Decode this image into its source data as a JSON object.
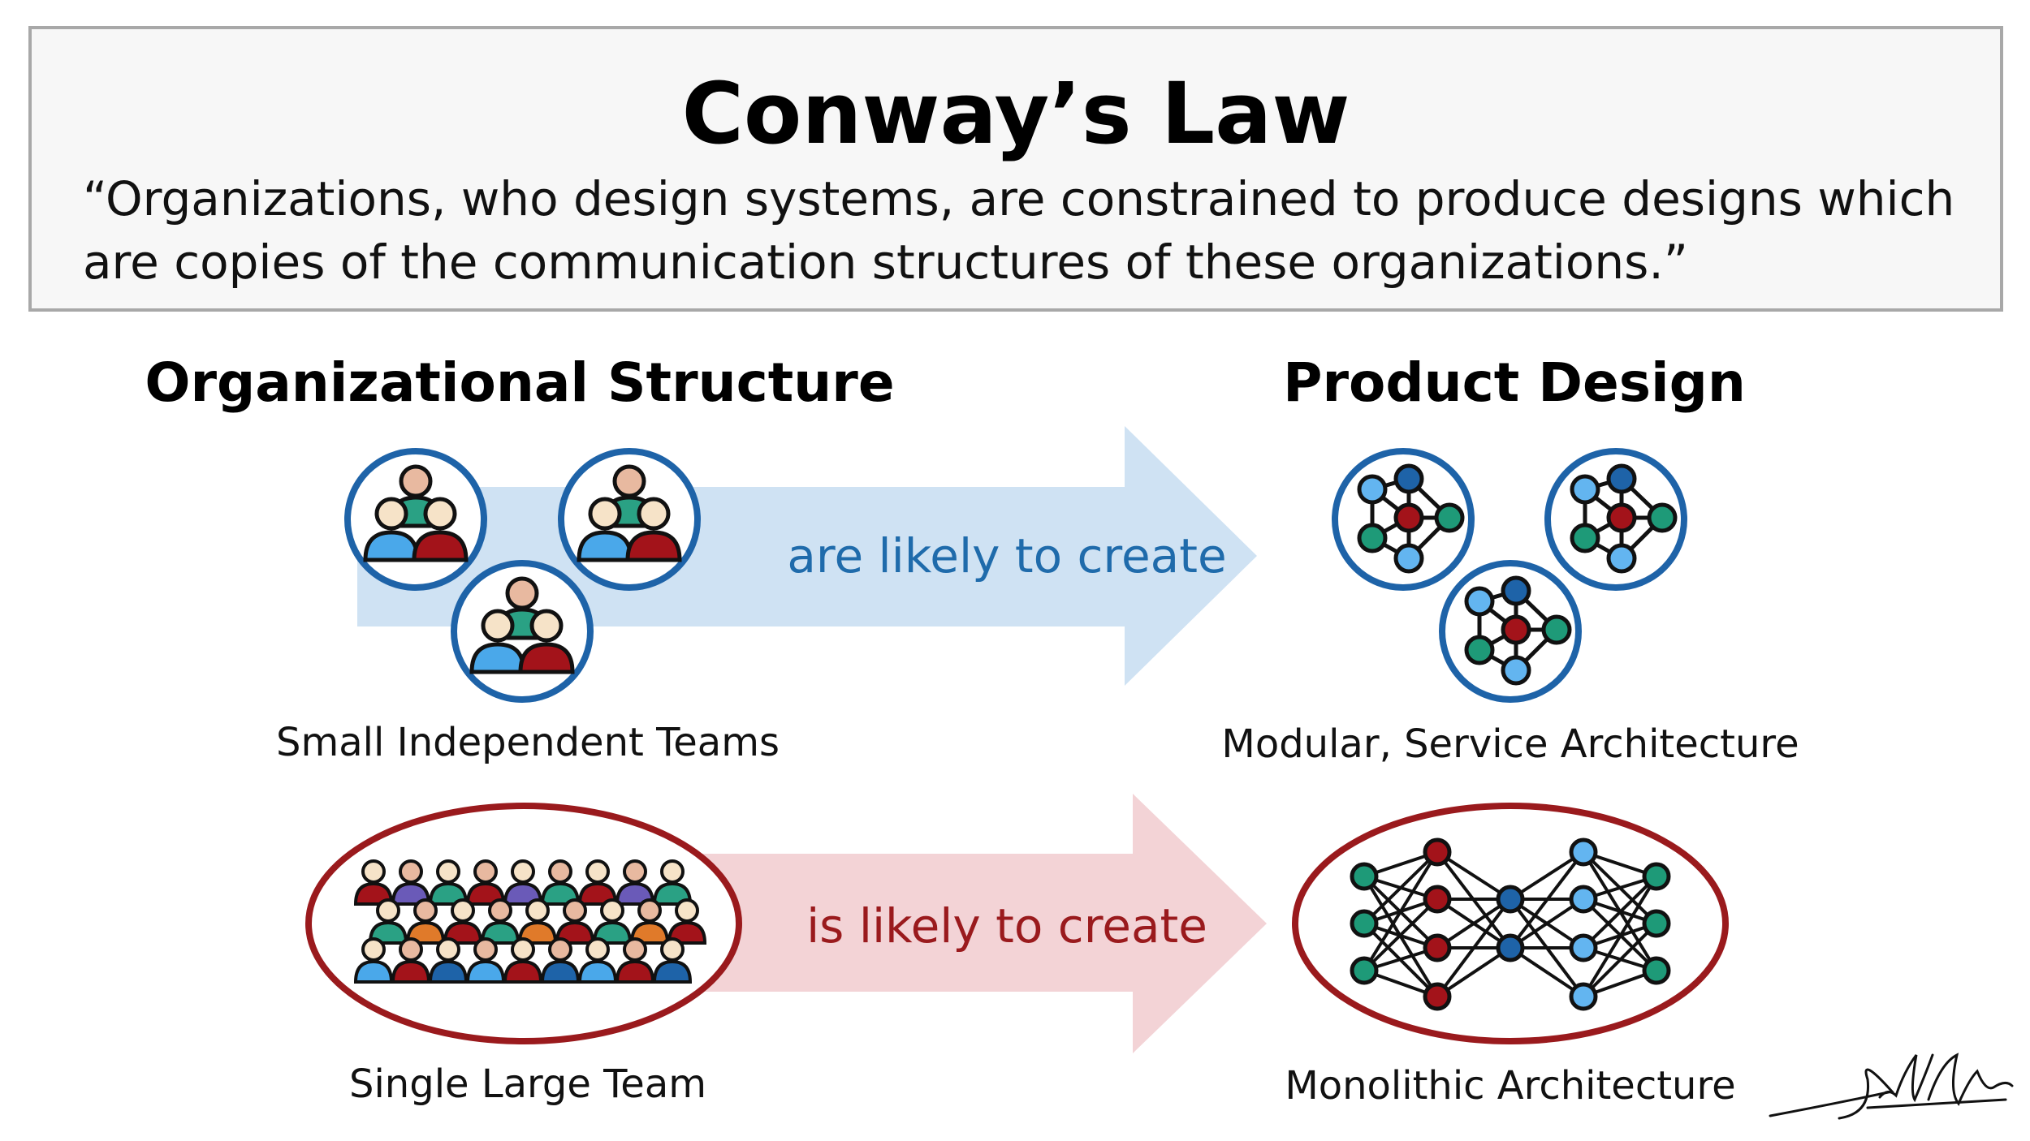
{
  "title": "Conway’s Law",
  "quote": "“Organizations, who design systems, are constrained to produce designs which are copies of the communication structures of these organizations.”",
  "columns": {
    "left_heading": "Organizational Structure",
    "right_heading": "Product Design"
  },
  "rows": [
    {
      "org_caption": "Small Independent Teams",
      "arrow_text": "are likely to create",
      "design_caption": "Modular, Service Architecture",
      "arrow_color": "#cfe2f3",
      "text_color": "#1f6bab"
    },
    {
      "org_caption": "Single Large Team",
      "arrow_text": "is likely to create",
      "design_caption": "Monolithic Architecture",
      "arrow_color": "#f3d3d6",
      "text_color": "#9a1a1d"
    }
  ],
  "signature": "Jeff Winter",
  "colors": {
    "blue_ring": "#1e63a8",
    "red_ring": "#9a1a1d",
    "node_dark_blue": "#1e63a8",
    "node_light_blue": "#63b5f0",
    "node_red": "#a3131a",
    "node_green": "#1e9a78",
    "person_teal": "#2aa184",
    "person_blue": "#4aa8ea",
    "person_red": "#a3131a",
    "person_purple": "#6a5ab8",
    "person_orange": "#e07a2a",
    "person_skin": "#e8b9a0",
    "person_skin_light": "#f6e3c8"
  }
}
